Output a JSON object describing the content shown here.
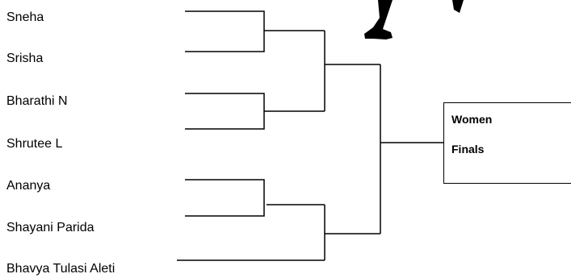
{
  "players": [
    "Sneha",
    "Srisha",
    "Bharathi N",
    "Shrutee L",
    "Ananya",
    "Shayani Parida",
    "Bhavya Tulasi Aleti"
  ],
  "finals": {
    "line1": "Women",
    "line2": "Finals"
  },
  "line_color": "#000000"
}
